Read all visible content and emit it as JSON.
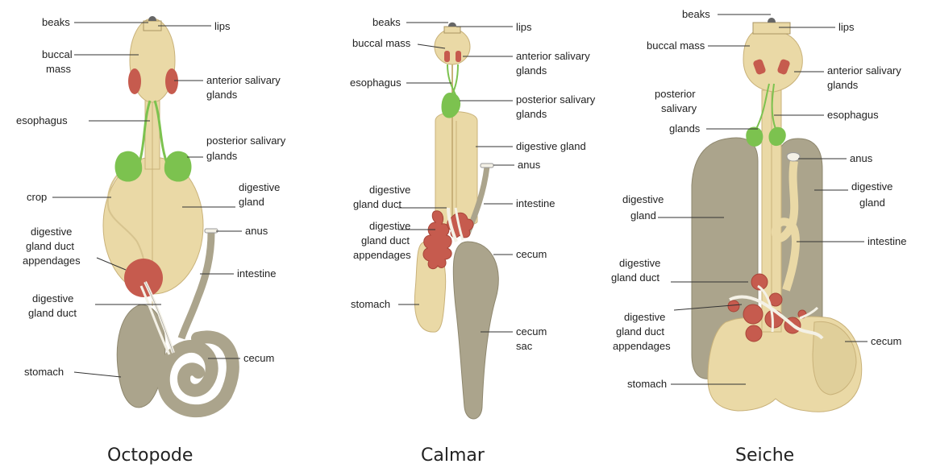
{
  "colors": {
    "body": "#ead9a6",
    "body_stroke": "#c9b27a",
    "gland": "#c65b4e",
    "green": "#7cc24f",
    "gray": "#aba48c",
    "duct": "#f4f1e6"
  },
  "octopus": {
    "caption": "Octopode",
    "labels": {
      "beaks": "beaks",
      "lips": "lips",
      "buccal_1": "buccal",
      "buccal_2": "mass",
      "ant_sal_1": "anterior salivary",
      "ant_sal_2": "glands",
      "esophagus": "esophagus",
      "post_sal_1": "posterior salivary",
      "post_sal_2": "glands",
      "crop": "crop",
      "dig_gland_1": "digestive",
      "dig_gland_2": "gland",
      "anus": "anus",
      "append_1": "digestive",
      "append_2": "gland duct",
      "append_3": "appendages",
      "intestine": "intestine",
      "duct_1": "digestive",
      "duct_2": "gland duct",
      "cecum": "cecum",
      "stomach": "stomach"
    }
  },
  "squid": {
    "caption": "Calmar",
    "labels": {
      "beaks": "beaks",
      "lips": "lips",
      "buccal": "buccal mass",
      "ant_sal_1": "anterior salivary",
      "ant_sal_2": "glands",
      "esophagus": "esophagus",
      "post_sal_1": "posterior salivary",
      "post_sal_2": "glands",
      "dig_gland": "digestive gland",
      "anus": "anus",
      "duct_1": "digestive",
      "duct_2": "gland duct",
      "intestine": "intestine",
      "append_1": "digestive",
      "append_2": "gland duct",
      "append_3": "appendages",
      "cecum": "cecum",
      "stomach": "stomach",
      "cecum_sac_1": "cecum",
      "cecum_sac_2": "sac"
    }
  },
  "cuttlefish": {
    "caption": "Seiche",
    "labels": {
      "beaks": "beaks",
      "lips": "lips",
      "buccal": "buccal mass",
      "ant_sal_1": "anterior salivary",
      "ant_sal_2": "glands",
      "post_sal_1": "posterior",
      "post_sal_2": "salivary",
      "post_sal_3": "glands",
      "esophagus": "esophagus",
      "anus": "anus",
      "dig_gland_l1": "digestive",
      "dig_gland_l2": "gland",
      "dig_gland_r1": "digestive",
      "dig_gland_r2": "gland",
      "intestine": "intestine",
      "duct_1": "digestive",
      "duct_2": "gland duct",
      "append_1": "digestive",
      "append_2": "gland duct",
      "append_3": "appendages",
      "cecum": "cecum",
      "stomach": "stomach"
    }
  }
}
